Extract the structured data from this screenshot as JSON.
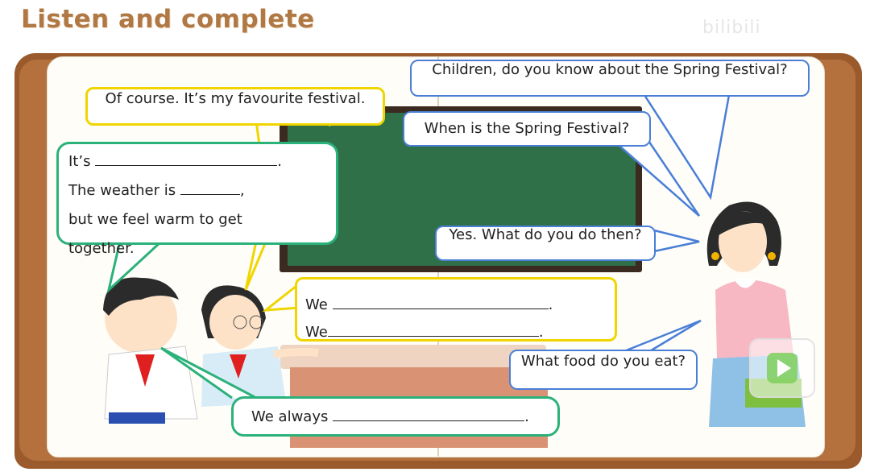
{
  "header": {
    "title": "Listen and complete",
    "watermark": "bilibili"
  },
  "teacher_bubbles": {
    "know_question": "Children, do you  know about the Spring Festival?",
    "when_question": "When is the Spring Festival?",
    "then_question": "Yes. What do you do then?",
    "food_question": "What food do you eat?"
  },
  "student_bubbles": {
    "favourite": "Of course. It’s my favourite festival.",
    "its_prefix": "It’s",
    "its_end": ".",
    "weather_prefix": "The weather is",
    "weather_end": ",",
    "warm_line": "but we feel warm to get together.",
    "we_1_prefix": "We",
    "we_1_end": ".",
    "we_2_prefix": "We",
    "we_2_end": ".",
    "always_prefix": "We always",
    "always_end": "."
  },
  "colors": {
    "teacher_bubble_border": "#4a7fd6",
    "girl_bubble_border": "#f0d500",
    "boy_bubble_border": "#2bb17a",
    "title_color": "#b07844",
    "blackboard": "#2f7048"
  },
  "icons": [
    "play-icon"
  ]
}
